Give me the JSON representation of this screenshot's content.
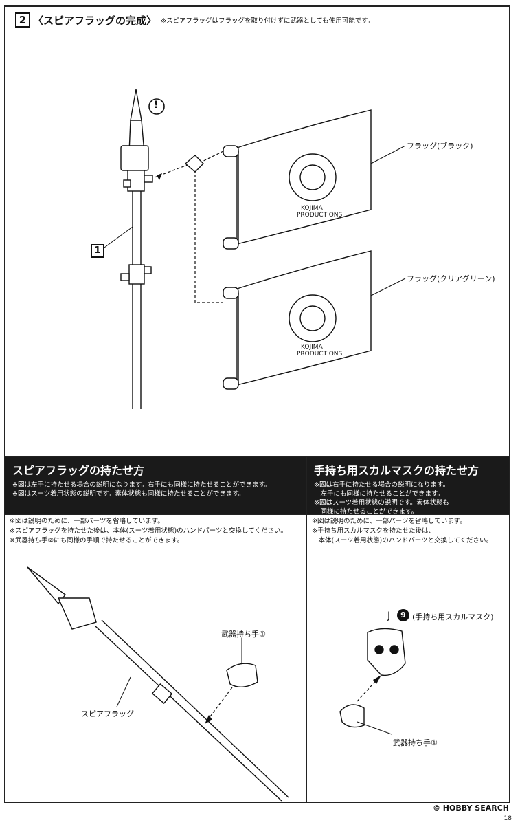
{
  "step": {
    "number": "2",
    "heading": "〈スピアフラッグの完成〉",
    "note": "※スピアフラッグはフラッグを取り付けずに武器としても使用可能です。"
  },
  "diagram_top": {
    "part_number": "1",
    "warning_symbol": "!",
    "flag_black_label": "フラッグ(ブラック)",
    "flag_green_label": "フラッグ(クリアグリーン)",
    "flag_logo_line1": "KOJIMA",
    "flag_logo_line2": "PRODUCTIONS"
  },
  "left_section": {
    "title": "スピアフラッグの持たせ方",
    "lines": [
      "※図は左手に持たせる場合の説明になります。右手にも同様に持たせることができます。",
      "※図はスーツ着用状態の説明です。素体状態も同様に持たせることができます。"
    ],
    "notes": [
      "※図は説明のために、一部パーツを省略しています。",
      "※スピアフラッグを持たせた後は、本体(スーツ着用状態)のハンドパーツと交換してください。",
      "※武器持ち手②にも同様の手順で持たせることができます。"
    ],
    "hand_label": "武器持ち手①",
    "spear_label": "スピアフラッグ"
  },
  "right_section": {
    "title": "手持ち用スカルマスクの持たせ方",
    "lines": [
      "※図は右手に持たせる場合の説明になります。",
      "　左手にも同様に持たせることができます。",
      "※図はスーツ着用状態の説明です。素体状態も",
      "　同様に持たせることができます。"
    ],
    "notes": [
      "※図は説明のために、一部パーツを省略しています。",
      "※手持ち用スカルマスクを持たせた後は、",
      "　本体(スーツ着用状態)のハンドパーツと交換してください。"
    ],
    "part_letter": "J",
    "part_num": "9",
    "mask_label": "(手持ち用スカルマスク)",
    "hand_label": "武器持ち手①"
  },
  "footer": {
    "watermark": "© HOBBY SEARCH",
    "page_number": "18"
  },
  "colors": {
    "ink": "#111111",
    "bar": "#1a1a1a",
    "bg": "#ffffff"
  }
}
